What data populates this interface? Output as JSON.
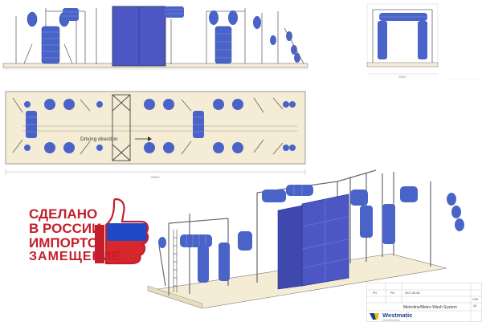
{
  "drawing": {
    "plan_label": "Driving direction",
    "dimension_end_view": "5000",
    "dimension_plan": "25000"
  },
  "badge": {
    "line1": "СДЕЛАНО",
    "line2": "В РОССИИ",
    "line3": "ИМПОРТО",
    "line4": "ЗАМЕЩЕНИЕ",
    "flag_colors": [
      "#ffffff",
      "#1f49c7",
      "#d7262c"
    ],
    "text_color": "#c41e2a"
  },
  "title_block": {
    "project_title": "Metroline/Metro Wash System",
    "date": "2017-06-08",
    "initials_1": "PG",
    "initials_2": "PG",
    "scale": "1:50",
    "sheet_size": "A3",
    "brand_name": "Westmatic",
    "brand_tagline": "Global Solutions",
    "brand_color": "#1b3f8f",
    "brand_accent": "#f2b900"
  },
  "colors": {
    "brush_blue": "#4a63c8",
    "brush_light": "#7f95e6",
    "base_cream": "#f5ecd6",
    "frame_grey": "#8a8a8a",
    "panel_blue": "#4d57c4"
  }
}
